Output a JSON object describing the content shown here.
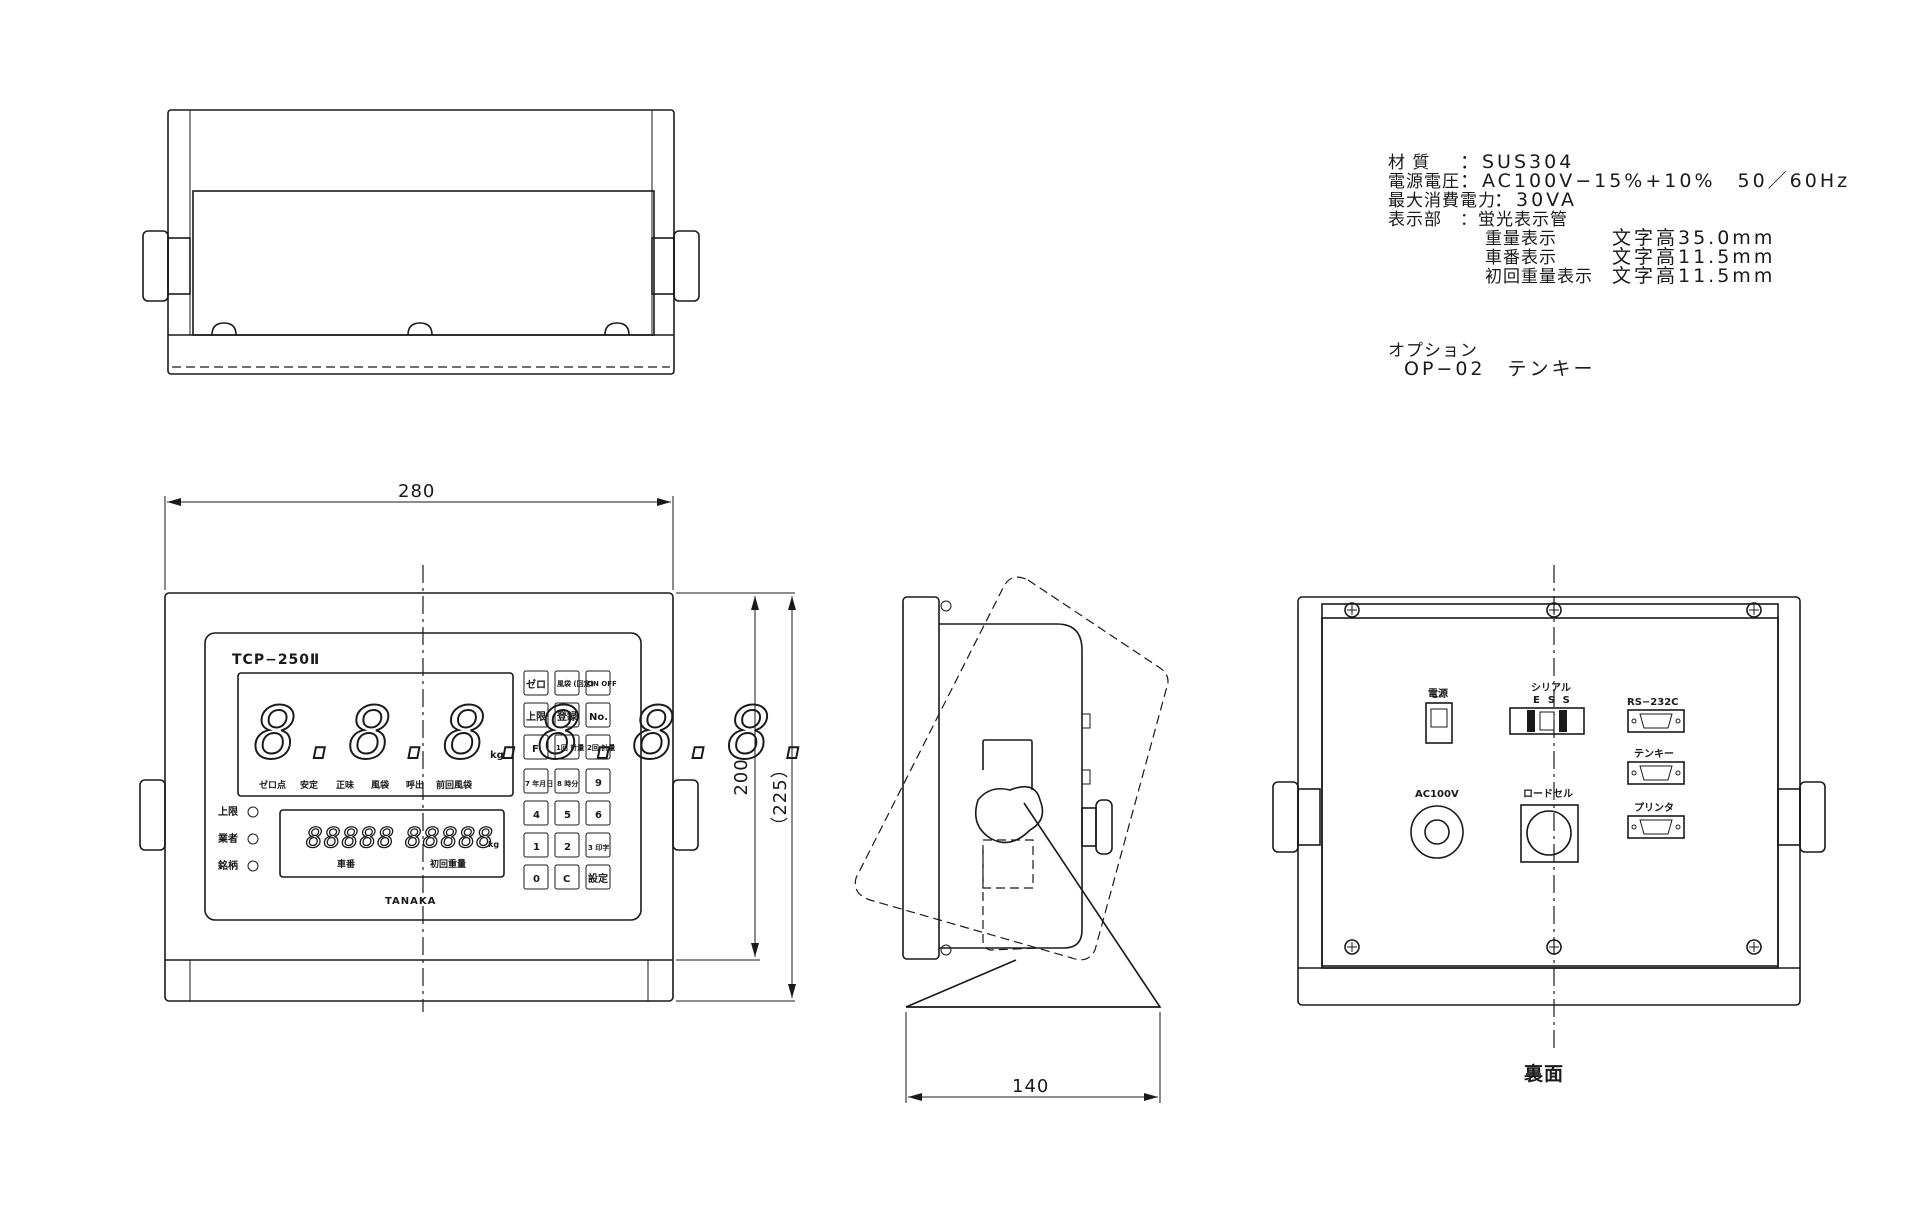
{
  "specs": {
    "material_label": "材 質",
    "material_value": "：SUS304",
    "power_label": "電源電圧",
    "power_value": "：AC100V−15%+10%　50／60Hz",
    "consumption_label": "最大消費電力",
    "consumption_value": "：30VA",
    "display_label": "表示部",
    "display_value": "：蛍光表示管",
    "display_rows": [
      {
        "name": "重量表示",
        "value": "文字高35.0mm"
      },
      {
        "name": "車番表示",
        "value": "文字高11.5mm"
      },
      {
        "name": "初回重量表示",
        "value": "文字高11.5mm"
      }
    ],
    "option_label": "オプション",
    "option_value": "OP−02　テンキー"
  },
  "dimensions": {
    "width": "280",
    "height": "200",
    "overall_height": "（225）",
    "depth": "140"
  },
  "front_panel": {
    "model": "TCP−250Ⅱ",
    "weight_digits": "8.8.8.8.8.8.",
    "unit": "kg",
    "indicator_labels": [
      "ゼロ点",
      "安定",
      "正味",
      "風袋",
      "呼出",
      "前回風袋"
    ],
    "lamps": [
      "上限",
      "業者",
      "銘柄"
    ],
    "sub_display_left": "88888",
    "sub_display_right": "88888",
    "sub_label_left": "車番",
    "sub_label_right": "初回重量",
    "brand": "TANAKA",
    "keys": [
      [
        "ゼロ",
        "風袋 (回定)",
        "ON OFF"
      ],
      [
        "上限",
        "登録",
        "No."
      ],
      [
        "F",
        "1回 計量",
        "2回 計量"
      ],
      [
        "7 年月日",
        "8 時分",
        "9"
      ],
      [
        "4",
        "5",
        "6"
      ],
      [
        "1",
        "2",
        "3 印字"
      ],
      [
        "0",
        "C",
        "設定"
      ]
    ]
  },
  "rear_panel": {
    "power_switch": "電源",
    "serial": "シリアル",
    "serial_sub": "ESS",
    "rs232c": "RS−232C",
    "tenkey": "テンキー",
    "printer": "プリンタ",
    "ac": "AC100V",
    "loadcell": "ロードセル",
    "caption": "裏面"
  }
}
